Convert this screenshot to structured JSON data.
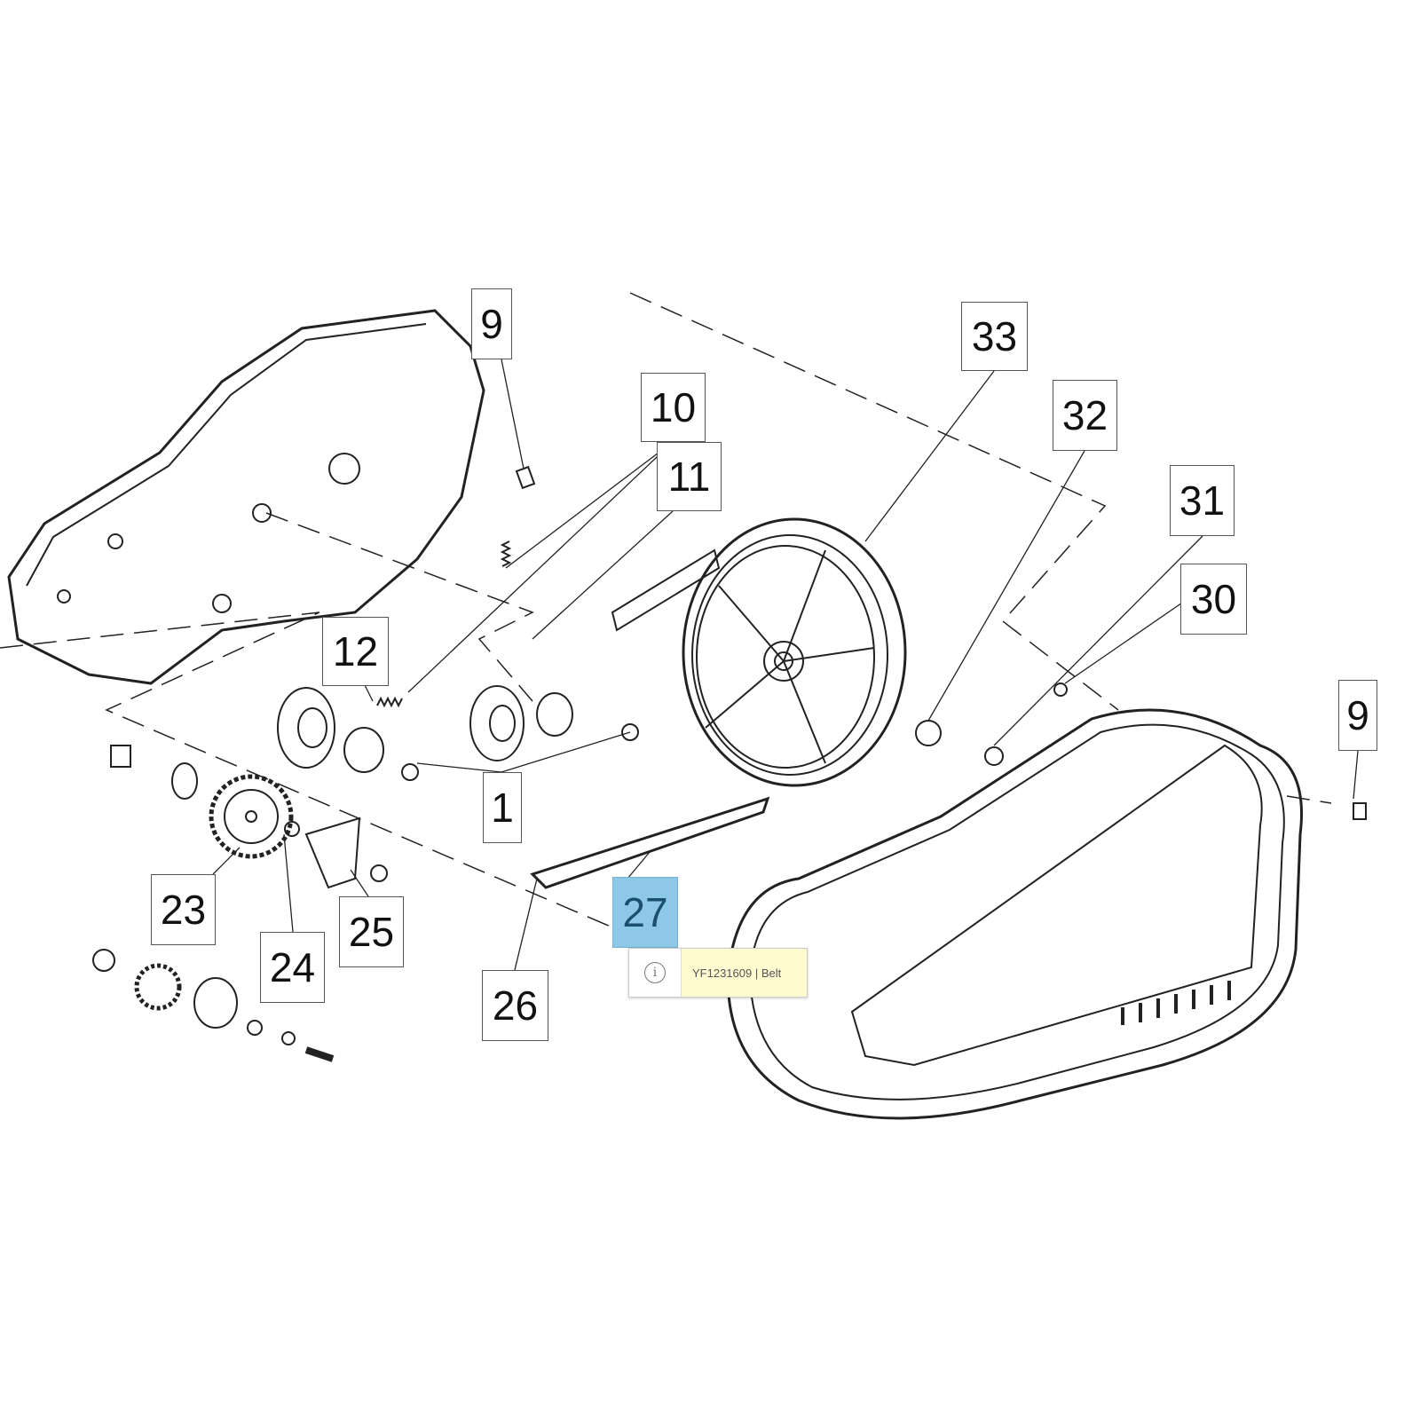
{
  "diagram": {
    "callouts": [
      "9",
      "10",
      "11",
      "33",
      "32",
      "31",
      "30",
      "9",
      "12",
      "1",
      "23",
      "25",
      "24",
      "27",
      "26"
    ],
    "selected_callout": "27"
  },
  "tooltip": {
    "icon": "info-icon",
    "text": "YF1231609 | Belt"
  },
  "colors": {
    "highlight": "#8ec8e8",
    "tooltip_bg": "#fffbd0"
  }
}
